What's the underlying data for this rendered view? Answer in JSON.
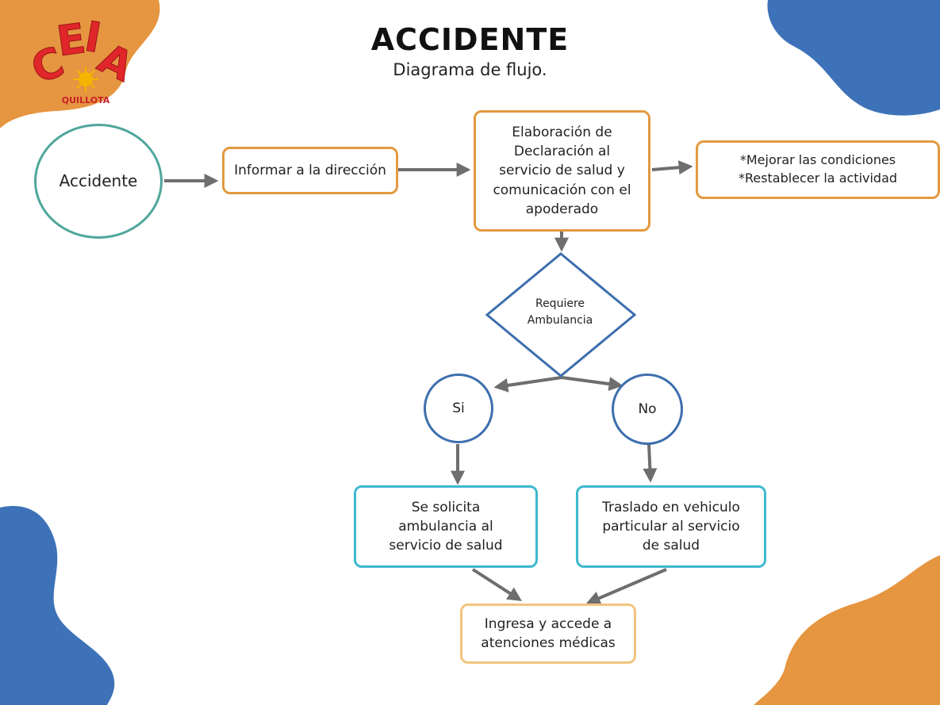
{
  "header": {
    "title": "ACCIDENTE",
    "subtitle": "Diagrama de flujo."
  },
  "logo": {
    "letters": "CEIA",
    "place": "QUILLOTA"
  },
  "colors": {
    "orange_blob": "#E69540",
    "blue_blob": "#3D72B8",
    "node_orange": "#E39A3F",
    "node_teal": "#4FA69B",
    "node_blue": "#3D6FAE",
    "node_cyan": "#3DB9CD",
    "node_lightorange": "#F2C47F",
    "arrow": "#6E6E6E",
    "logo_red": "#E0262A"
  },
  "nodes": {
    "accidente": "Accidente",
    "informar": "Informar a la dirección",
    "elaboracion": "Elaboración de\nDeclaración al\nservicio de salud y\ncomunicación con el\napoderado",
    "mejorar": "*Mejorar las condiciones\n*Restablecer la actividad",
    "decision": "Requiere\nAmbulancia",
    "si": "Si",
    "no": "No",
    "solicita": "Se solicita\nambulancia al\nservicio de salud",
    "traslado": "Traslado en vehiculo\nparticular al servicio\nde salud",
    "ingresa": "Ingresa y accede a\natenciones médicas"
  }
}
